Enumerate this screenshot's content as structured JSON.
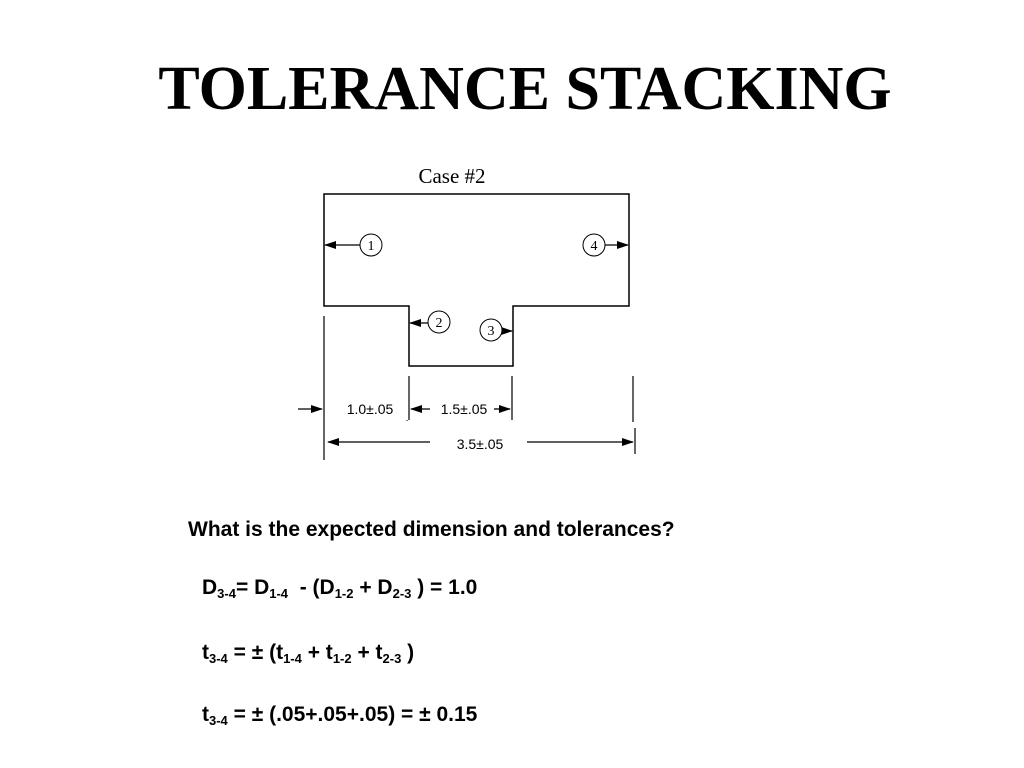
{
  "title": "TOLERANCE STACKING",
  "diagram": {
    "case_label": "Case #2",
    "surfaces": [
      "1",
      "2",
      "3",
      "4"
    ],
    "dimensions": {
      "dim_1_2": "1.0±.05",
      "dim_2_3": "1.5±.05",
      "dim_1_4": "3.5±.05"
    }
  },
  "question": "What is the expected dimension and tolerances?",
  "equations": {
    "eq1": {
      "parts": [
        {
          "t": "D"
        },
        {
          "s": "3-4"
        },
        {
          "t": "= D"
        },
        {
          "s": "1-4"
        },
        {
          "t": "  - (D"
        },
        {
          "s": "1-2"
        },
        {
          "t": " + D"
        },
        {
          "s": "2-3"
        },
        {
          "t": " ) = 1.0"
        }
      ]
    },
    "eq2": {
      "parts": [
        {
          "t": "t"
        },
        {
          "s": "3-4"
        },
        {
          "t": " = ± (t"
        },
        {
          "s": "1-4"
        },
        {
          "t": " + t"
        },
        {
          "s": "1-2"
        },
        {
          "t": " + t"
        },
        {
          "s": "2-3"
        },
        {
          "t": " )"
        }
      ]
    },
    "eq3": {
      "parts": [
        {
          "t": "t"
        },
        {
          "s": "3-4"
        },
        {
          "t": " = ± (.05+.05+.05) = ± 0.15"
        }
      ]
    }
  }
}
